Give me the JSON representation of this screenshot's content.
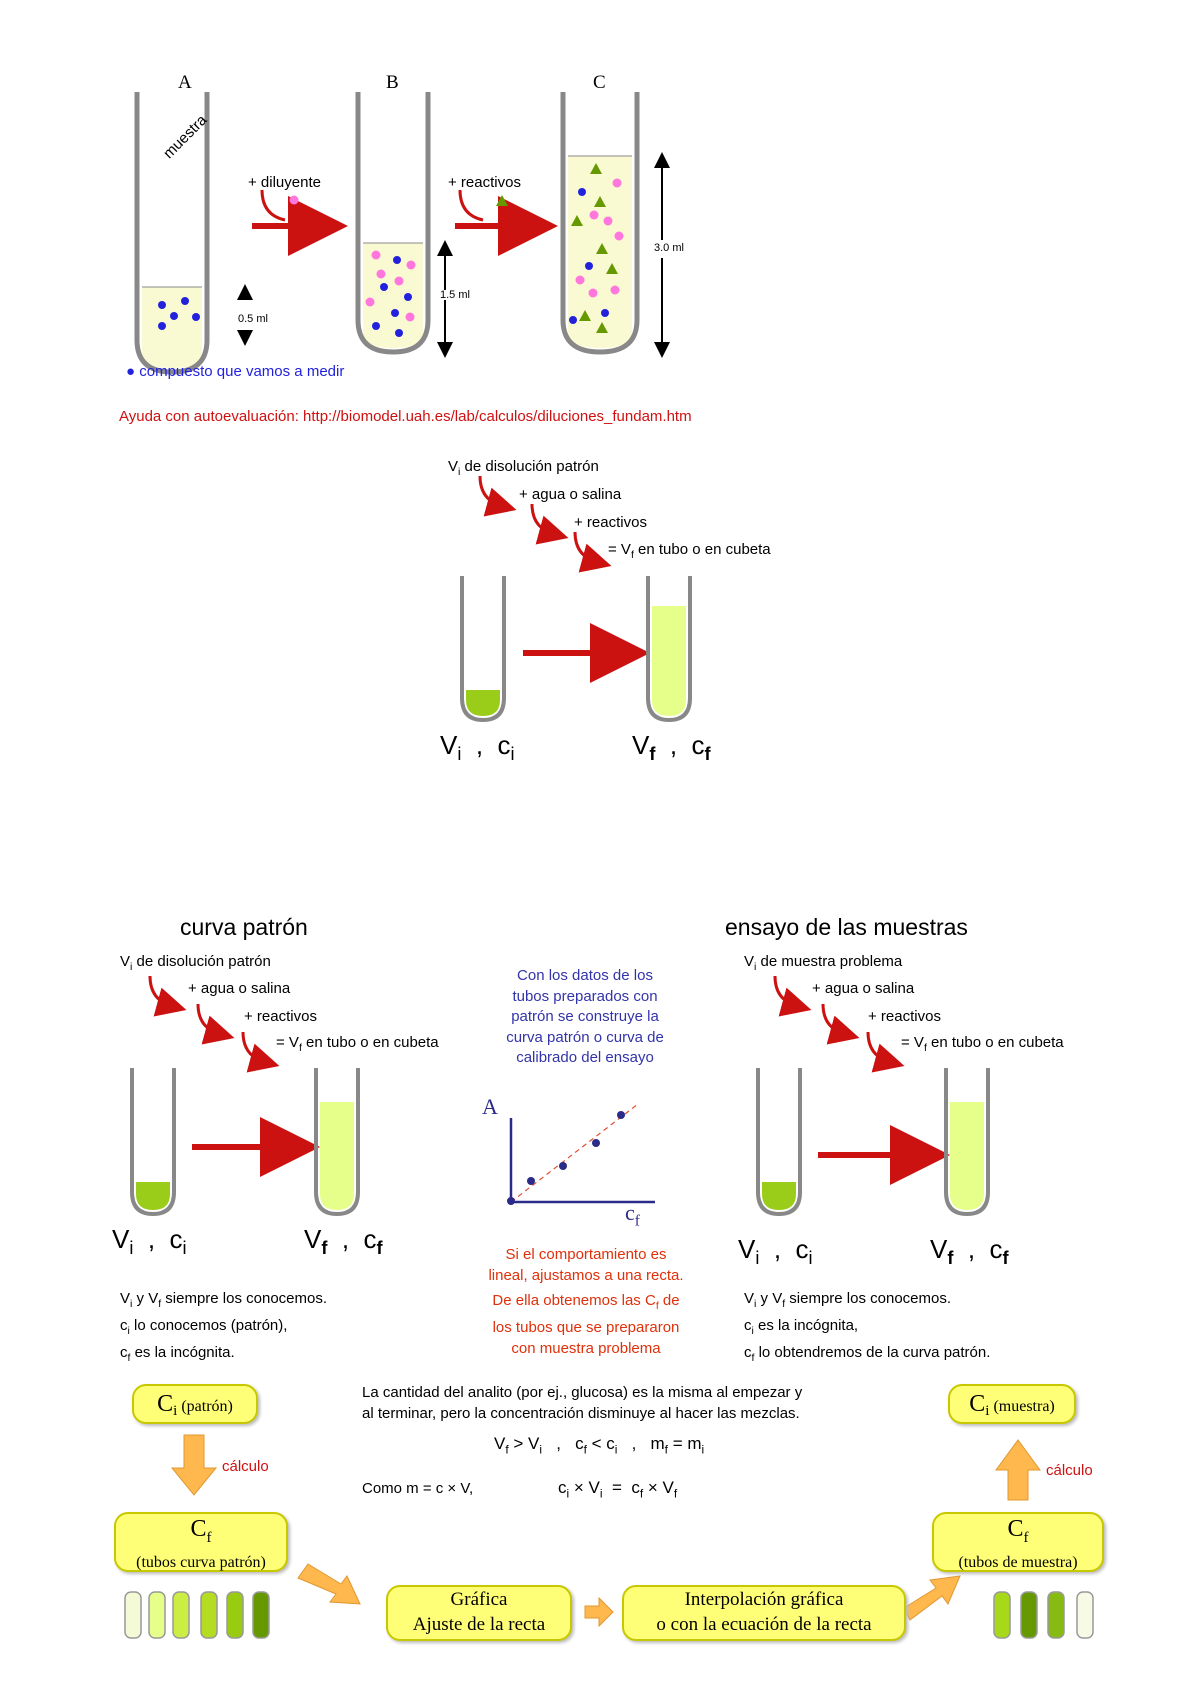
{
  "top_diagram": {
    "tube_labels": [
      "A",
      "B",
      "C"
    ],
    "muestra": "muestra",
    "diluyente": "+ diluyente",
    "reactivos": "+ reactivos",
    "vol_a": "0.5 ml",
    "vol_b": "1.5 ml",
    "vol_c": "3.0 ml",
    "legend": "● compuesto que vamos a medir",
    "help_text": "Ayuda con autoevaluación:  http://biomodel.uah.es/lab/calculos/diluciones_fundam.htm"
  },
  "middle_diagram": {
    "step1_pre": "V",
    "step1_sub": "i",
    "step1_post": " de disolución patrón",
    "step2": "+ agua o salina",
    "step3": "+ reactivos",
    "step4_pre": "= V",
    "step4_sub": "f",
    "step4_post": " en tubo o en cubeta",
    "left_V": "V",
    "left_V_sub": "i",
    "left_c": "c",
    "left_c_sub": "i",
    "right_V": "V",
    "right_V_sub": "f",
    "right_c": "c",
    "right_c_sub": "f",
    "comma": ","
  },
  "left_panel": {
    "title": "curva patrón",
    "step1_pre": "V",
    "step1_sub": "i",
    "step1_post": " de disolución patrón",
    "step2": "+ agua o salina",
    "step3": "+ reactivos",
    "step4_pre": "= V",
    "step4_sub": "f",
    "step4_post": " en tubo o en cubeta",
    "note1_a": "V",
    "note1_sub_a": "i",
    "note1_b": " y V",
    "note1_sub_b": "f",
    "note1_c": " siempre los conocemos.",
    "note2_a": "c",
    "note2_sub": "i",
    "note2_b": " lo conocemos (patrón),",
    "note3_a": "c",
    "note3_sub": "f",
    "note3_b": " es la incógnita."
  },
  "right_panel": {
    "title": "ensayo de las muestras",
    "step1_pre": "V",
    "step1_sub": "i",
    "step1_post": " de muestra problema",
    "step2": "+ agua o salina",
    "step3": "+ reactivos",
    "step4_pre": "= V",
    "step4_sub": "f",
    "step4_post": " en tubo o en cubeta",
    "note1_a": "V",
    "note1_sub_a": "i",
    "note1_b": " y V",
    "note1_sub_b": "f",
    "note1_c": " siempre los conocemos.",
    "note2_a": "c",
    "note2_sub": "i",
    "note2_b": " es la incógnita,",
    "note3_a": "c",
    "note3_sub": "f",
    "note3_b": " lo obtendremos de la curva patrón."
  },
  "center_panel": {
    "blue_text": "Con los datos de los tubos preparados con patrón se construye la curva patrón o curva de calibrado del ensayo",
    "axis_y": "A",
    "axis_x": "c",
    "axis_x_sub": "f",
    "orange_text1": "Si el comportamiento es lineal, ajustamos a una recta.",
    "orange_text2_a": "De ella obtenemos las C",
    "orange_text2_sub": "f",
    "orange_text2_b": " de los tubos que se prepararon con muestra problema"
  },
  "bottom_flow": {
    "ci_patron_C": "C",
    "ci_patron_sub": "i",
    "ci_patron_label": "(patrón)",
    "calculo_left": "cálculo",
    "cf_left_C": "C",
    "cf_left_sub": "f",
    "cf_left_label": "(tubos curva patrón)",
    "grafica_line1": "Gráfica",
    "grafica_line2": "Ajuste de la recta",
    "interp_line1": "Interpolación gráfica",
    "interp_line2": "o con la ecuación de la recta",
    "ci_muestra_C": "C",
    "ci_muestra_sub": "i",
    "ci_muestra_label": "(muestra)",
    "calculo_right": "cálculo",
    "cf_right_C": "C",
    "cf_right_sub": "f",
    "cf_right_label": "(tubos de muestra)",
    "explain1": "La cantidad del analito (por ej., glucosa) es la misma al empezar y",
    "explain2": "al terminar, pero la concentración disminuye al hacer las mezclas.",
    "rel_a": "V",
    "rel_a_sub": "f",
    "rel_b": " > V",
    "rel_b_sub": "i",
    "rel_c": "   ,   c",
    "rel_c_sub": "f",
    "rel_d": " < c",
    "rel_d_sub": "i",
    "rel_e": "   ,   m",
    "rel_e_sub": "f",
    "rel_f": " = m",
    "rel_f_sub": "i",
    "como": "Como m = c × V,",
    "eq_a": "c",
    "eq_a_sub": "i",
    "eq_b": " × V",
    "eq_b_sub": "i",
    "eq_c": "  =  c",
    "eq_c_sub": "f",
    "eq_d": " × V",
    "eq_d_sub": "f"
  },
  "colors": {
    "arrow_red": "#cc1111",
    "liquid_pale": "#fafad2",
    "liquid_green": "#9acd1a",
    "liquid_light_green": "#e6ff8a",
    "box_yellow": "#ffff77",
    "flow_arrow": "#ffb84d",
    "graph_blue": "#2b2b8a",
    "dot_blue": "#2222dd",
    "dot_pink": "#ff77dd",
    "triangle_green": "#669900"
  }
}
